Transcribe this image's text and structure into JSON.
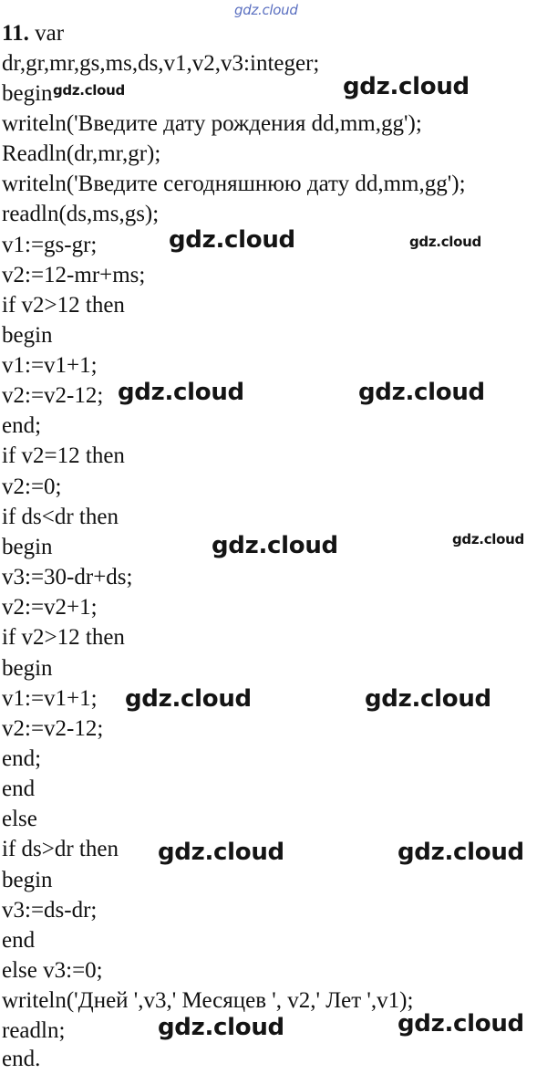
{
  "header": {
    "problem_number": "11.",
    "first_line": " var"
  },
  "code_lines": [
    "dr,gr,mr,gs,ms,ds,v1,v2,v3:integer;",
    "begin",
    "writeln('Введите дату рождения dd,mm,gg');",
    "Readln(dr,mr,gr);",
    "writeln('Введите сегодняшнюю дату dd,mm,gg');",
    "readln(ds,ms,gs);",
    "v1:=gs-gr;",
    "v2:=12-mr+ms;",
    "if v2>12 then",
    "begin",
    "v1:=v1+1;",
    "v2:=v2-12;",
    "end;",
    "if v2=12 then",
    "v2:=0;",
    "if ds<dr then",
    "begin",
    "v3:=30-dr+ds;",
    "v2:=v2+1;",
    "if v2>12 then",
    "begin",
    "v1:=v1+1;",
    "v2:=v2-12;",
    "end;",
    "end",
    "else",
    "if ds>dr then",
    "begin",
    "v3:=ds-dr;",
    "end",
    "else v3:=0;",
    "writeln('Дней ',v3,' Месяцев ', v2,' Лет ',v1);",
    "readln;",
    "end."
  ],
  "watermark": {
    "text": "gdz.cloud",
    "color": "#141414",
    "top_color": "#5a6fc0"
  }
}
